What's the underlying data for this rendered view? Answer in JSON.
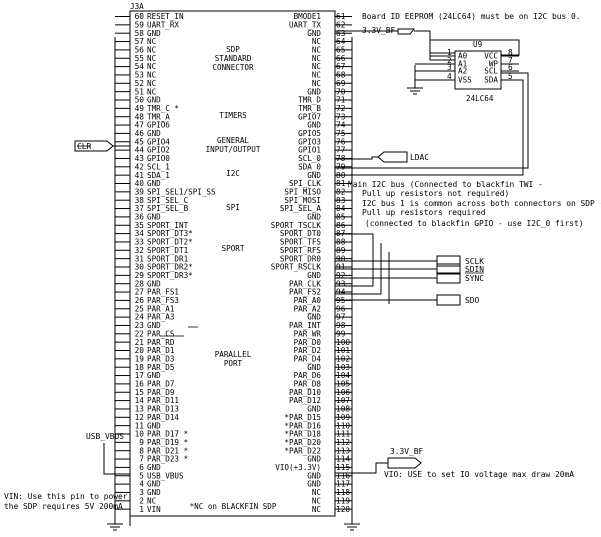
{
  "connector": {
    "ref": "J3A",
    "left_pins": [
      {
        "num": "60",
        "label": "RESET_IN"
      },
      {
        "num": "59",
        "label": "UART_RX"
      },
      {
        "num": "58",
        "label": "GND"
      },
      {
        "num": "57",
        "label": "NC"
      },
      {
        "num": "56",
        "label": "NC"
      },
      {
        "num": "55",
        "label": "NC"
      },
      {
        "num": "54",
        "label": "NC"
      },
      {
        "num": "53",
        "label": "NC"
      },
      {
        "num": "52",
        "label": "NC"
      },
      {
        "num": "51",
        "label": "NC"
      },
      {
        "num": "50",
        "label": "GND"
      },
      {
        "num": "49",
        "label": "TMR_C *"
      },
      {
        "num": "48",
        "label": "TMR_A"
      },
      {
        "num": "47",
        "label": "GPIO6"
      },
      {
        "num": "46",
        "label": "GND"
      },
      {
        "num": "45",
        "label": "GPIO4"
      },
      {
        "num": "44",
        "label": "GPIO2"
      },
      {
        "num": "43",
        "label": "GPIO0"
      },
      {
        "num": "42",
        "label": "SCL_1"
      },
      {
        "num": "41",
        "label": "SDA_1"
      },
      {
        "num": "40",
        "label": "GND"
      },
      {
        "num": "39",
        "label": "SPI_SEL1/SPI_SS"
      },
      {
        "num": "38",
        "label": "SPI_SEL_C"
      },
      {
        "num": "37",
        "label": "SPI_SEL_B"
      },
      {
        "num": "36",
        "label": "GND"
      },
      {
        "num": "35",
        "label": "SPORT_INT"
      },
      {
        "num": "34",
        "label": "SPORT_DT3*"
      },
      {
        "num": "33",
        "label": "SPORT_DT2*"
      },
      {
        "num": "32",
        "label": "SPORT_DT1"
      },
      {
        "num": "31",
        "label": "SPORT_DR1"
      },
      {
        "num": "30",
        "label": "SPORT_DR2*"
      },
      {
        "num": "29",
        "label": "SPORT_DR3*"
      },
      {
        "num": "28",
        "label": "GND"
      },
      {
        "num": "27",
        "label": "PAR_FS1"
      },
      {
        "num": "26",
        "label": "PAR_FS3"
      },
      {
        "num": "25",
        "label": "PAR_A1"
      },
      {
        "num": "24",
        "label": "PAR_A3"
      },
      {
        "num": "23",
        "label": "GND"
      },
      {
        "num": "22",
        "label": "PAR_CS"
      },
      {
        "num": "21",
        "label": "PAR_RD"
      },
      {
        "num": "20",
        "label": "PAR_D1"
      },
      {
        "num": "19",
        "label": "PAR_D3"
      },
      {
        "num": "18",
        "label": "PAR_D5"
      },
      {
        "num": "17",
        "label": "GND"
      },
      {
        "num": "16",
        "label": "PAR_D7"
      },
      {
        "num": "15",
        "label": "PAR_D9"
      },
      {
        "num": "14",
        "label": "PAR_D11"
      },
      {
        "num": "13",
        "label": "PAR_D13"
      },
      {
        "num": "12",
        "label": "PAR_D14"
      },
      {
        "num": "11",
        "label": "GND"
      },
      {
        "num": "10",
        "label": "PAR_D17 *"
      },
      {
        "num": "9",
        "label": "PAR_D19 *"
      },
      {
        "num": "8",
        "label": "PAR_D21 *"
      },
      {
        "num": "7",
        "label": "PAR_D23 *"
      },
      {
        "num": "6",
        "label": "GND"
      },
      {
        "num": "5",
        "label": "USB_VBUS"
      },
      {
        "num": "4",
        "label": "GND"
      },
      {
        "num": "3",
        "label": "GND"
      },
      {
        "num": "2",
        "label": "NC"
      },
      {
        "num": "1",
        "label": "VIN"
      }
    ],
    "right_pins": [
      {
        "num": "61",
        "label": "BMODE1"
      },
      {
        "num": "62",
        "label": "UART_TX"
      },
      {
        "num": "63",
        "label": "GND"
      },
      {
        "num": "64",
        "label": "NC"
      },
      {
        "num": "65",
        "label": "NC"
      },
      {
        "num": "66",
        "label": "NC"
      },
      {
        "num": "67",
        "label": "NC"
      },
      {
        "num": "68",
        "label": "NC"
      },
      {
        "num": "69",
        "label": "NC"
      },
      {
        "num": "70",
        "label": "GND"
      },
      {
        "num": "71",
        "label": "TMR_D"
      },
      {
        "num": "72",
        "label": "TMR_B"
      },
      {
        "num": "73",
        "label": "GPIO7"
      },
      {
        "num": "74",
        "label": "GND"
      },
      {
        "num": "75",
        "label": "GPIO5"
      },
      {
        "num": "76",
        "label": "GPIO3"
      },
      {
        "num": "77",
        "label": "GPIO1"
      },
      {
        "num": "78",
        "label": "SCL_0"
      },
      {
        "num": "79",
        "label": "SDA_0"
      },
      {
        "num": "80",
        "label": "GND"
      },
      {
        "num": "81",
        "label": "SPI_CLK"
      },
      {
        "num": "82",
        "label": "SPI_MISO"
      },
      {
        "num": "83",
        "label": "SPI_MOSI"
      },
      {
        "num": "84",
        "label": "SPI_SEL_A"
      },
      {
        "num": "85",
        "label": "GND"
      },
      {
        "num": "86",
        "label": "SPORT_TSCLK"
      },
      {
        "num": "87",
        "label": "SPORT_DT0"
      },
      {
        "num": "88",
        "label": "SPORT_TFS"
      },
      {
        "num": "89",
        "label": "SPORT_RFS"
      },
      {
        "num": "90",
        "label": "SPORT_DR0"
      },
      {
        "num": "91",
        "label": "SPORT_RSCLK"
      },
      {
        "num": "92",
        "label": "GND"
      },
      {
        "num": "93",
        "label": "PAR_CLK"
      },
      {
        "num": "94",
        "label": "PAR_FS2"
      },
      {
        "num": "95",
        "label": "PAR_A0"
      },
      {
        "num": "96",
        "label": "PAR_A2"
      },
      {
        "num": "97",
        "label": "GND"
      },
      {
        "num": "98",
        "label": "PAR_INT"
      },
      {
        "num": "99",
        "label": "PAR_WR"
      },
      {
        "num": "100",
        "label": "PAR_D0"
      },
      {
        "num": "101",
        "label": "PAR_D2"
      },
      {
        "num": "102",
        "label": "PAR_D4"
      },
      {
        "num": "103",
        "label": "GND"
      },
      {
        "num": "104",
        "label": "PAR_D6"
      },
      {
        "num": "105",
        "label": "PAR_D8"
      },
      {
        "num": "106",
        "label": "PAR_D10"
      },
      {
        "num": "107",
        "label": "PAR_D12"
      },
      {
        "num": "108",
        "label": "GND"
      },
      {
        "num": "109",
        "label": "*PAR_D15"
      },
      {
        "num": "110",
        "label": "*PAR_D16"
      },
      {
        "num": "111",
        "label": "*PAR_D18"
      },
      {
        "num": "112",
        "label": "*PAR_D20"
      },
      {
        "num": "113",
        "label": "*PAR_D22"
      },
      {
        "num": "114",
        "label": "GND"
      },
      {
        "num": "115",
        "label": "VIO(+3.3V)"
      },
      {
        "num": "116",
        "label": "GND"
      },
      {
        "num": "117",
        "label": "GND"
      },
      {
        "num": "118",
        "label": "NC"
      },
      {
        "num": "119",
        "label": "NC"
      },
      {
        "num": "120",
        "label": "NC"
      }
    ],
    "blocks": {
      "sdp_line1": "SDP",
      "sdp_line2": "STANDARD",
      "sdp_line3": "CONNECTOR",
      "timers": "TIMERS",
      "gpio_line1": "GENERAL",
      "gpio_line2": "INPUT/OUTPUT",
      "i2c": "I2C",
      "spi": "SPI",
      "sport": "SPORT",
      "par_line1": "PARALLEL",
      "par_line2": "PORT",
      "nc_note": "*NC on BLACKFIN SDP"
    }
  },
  "eeprom": {
    "ref": "U9",
    "part": "24LC64",
    "left_pins": [
      {
        "num": "1",
        "label": "A0"
      },
      {
        "num": "2",
        "label": "A1"
      },
      {
        "num": "3",
        "label": "A2"
      },
      {
        "num": "4",
        "label": "VSS"
      }
    ],
    "right_pins": [
      {
        "num": "8",
        "label": "VCC"
      },
      {
        "num": "7",
        "label": "WP"
      },
      {
        "num": "6",
        "label": "SCL"
      },
      {
        "num": "5",
        "label": "SDA"
      }
    ]
  },
  "nets": {
    "clr": "CLR",
    "ldac": "LDAC",
    "sclk": "SCLK",
    "sdin": "SDIN",
    "sync": "SYNC",
    "sdo": "SDO",
    "usb_vbus": "USB_VBUS",
    "v33_top": "3.3V_BF",
    "v33_vio": "3.3V_BF"
  },
  "notes": {
    "eeprom": "Board ID EEPROM (24LC64) must be on I2C bus 0.",
    "i2c_line1": "Main I2C bus (Connected to blackfin TWI -",
    "i2c_line2": "Pull up resistors not required)",
    "i2c_line3": "I2C bus 1 is common across both connectors on SDP -",
    "i2c_line4": "Pull up resistors required",
    "i2c_line5": "(connected to blackfin GPIO - use I2C_0 first)",
    "vio": "VIO: USE to set IO voltage max draw 20mA",
    "vin_line1": "VIN: Use this pin to power",
    "vin_line2": "the SDP requires 5V 200mA"
  }
}
